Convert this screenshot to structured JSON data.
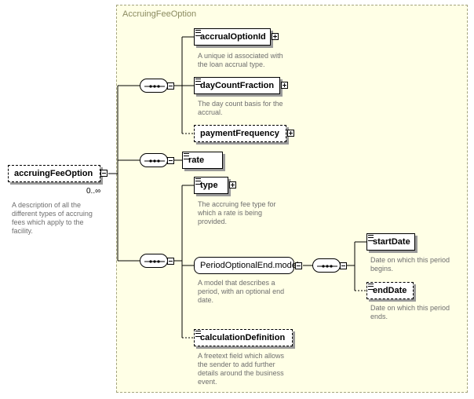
{
  "type_box": {
    "title": "AccruingFeeOption"
  },
  "root": {
    "name": "accruingFeeOption",
    "occurrence": "0..∞",
    "doc": [
      "A description of all the",
      "different types of accruing",
      "fees which apply to the",
      "facility."
    ]
  },
  "elements": {
    "accrualOptionId": {
      "name": "accrualOptionId",
      "doc": [
        "A unique id associated with",
        "the loan accrual type."
      ]
    },
    "dayCountFraction": {
      "name": "dayCountFraction",
      "doc": [
        "The day count basis for the",
        "accrual."
      ]
    },
    "paymentFrequency": {
      "name": "paymentFrequency"
    },
    "rate": {
      "name": "rate"
    },
    "type": {
      "name": "type",
      "doc": [
        "The accruing fee type for",
        "which a rate is being",
        "provided."
      ]
    },
    "periodOptionalEnd": {
      "name": "PeriodOptionalEnd.model",
      "doc": [
        "A model that describes a",
        "period, with an optional end",
        "date."
      ]
    },
    "startDate": {
      "name": "startDate",
      "doc": [
        "Date on which this period",
        "begins."
      ]
    },
    "endDate": {
      "name": "endDate",
      "doc": [
        "Date on which this period",
        "ends."
      ]
    },
    "calculationDefinition": {
      "name": "calculationDefinition",
      "doc": [
        "A freetext field which allows",
        "the sender to add further",
        "details around the business",
        "event."
      ]
    }
  }
}
